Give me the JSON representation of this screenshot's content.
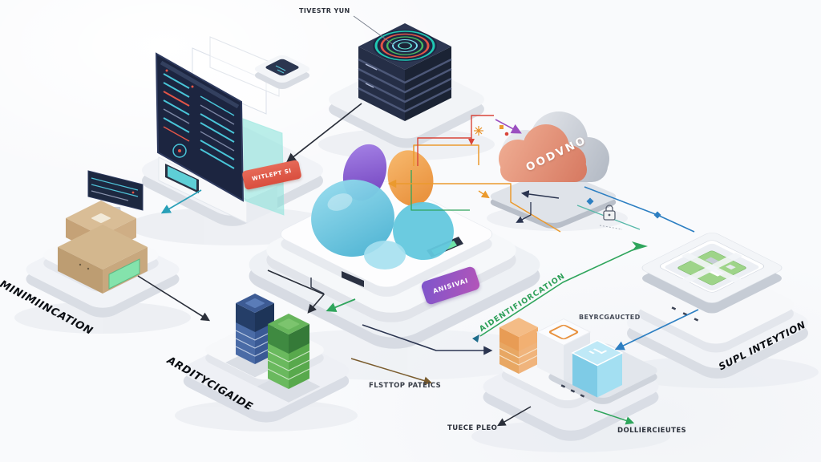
{
  "diagram": {
    "labels": {
      "top_server": "TIVESTR YUN",
      "cloud": "OODVNO",
      "monitor_badge": "WITLEPT SI",
      "center_badge": "ANISIVAI",
      "identification": "AIDENTIFIORCATION",
      "minimization": "MINIMIINCATION",
      "app_towers": "ARDITYCIGAIDE",
      "platform_patterns": "FLSTTOP PATEICS",
      "trace_left": "TUECE PLEO",
      "deliverables": "DOLLIERCIEUTES",
      "reproduced": "BEYRCGAUCTED",
      "suite_integration": "SUPL INTEYTION"
    },
    "icons": {
      "lock": "lock-icon",
      "spark": "spark-icon",
      "diamond_node": "diamond-node-icon",
      "rings": "concentric-rings-icon"
    },
    "palette": {
      "background": "#f9fafc",
      "platform_top": "#f2f4f7",
      "platform_side": "#dde1e8",
      "server_dark": "#2a3550",
      "cloud_salmon": "#e09078",
      "cloud_silver": "#ccd1d9",
      "badge_red": "#e25847",
      "badge_purple_start": "#7d55cc",
      "badge_purple_end": "#b455b8",
      "tower_blue": "#4a6ba6",
      "tower_green": "#6ab95e",
      "box_orange": "#e8a763",
      "box_cyan": "#8fd4ec",
      "board_green": "#9ed489",
      "blob_teal": "#74cfe4",
      "blob_purple": "#8f6fd4",
      "blob_orange": "#f0a85a",
      "line_red": "#d9453a",
      "line_orange": "#eb9a2e",
      "line_green": "#2fa55c",
      "line_teal": "#29a0b8",
      "line_blue": "#2d7fc2",
      "line_navy": "#2b3550",
      "line_black": "#2a2f3a",
      "line_brown": "#7a5c2e",
      "line_purple": "#9b4fc0"
    }
  }
}
